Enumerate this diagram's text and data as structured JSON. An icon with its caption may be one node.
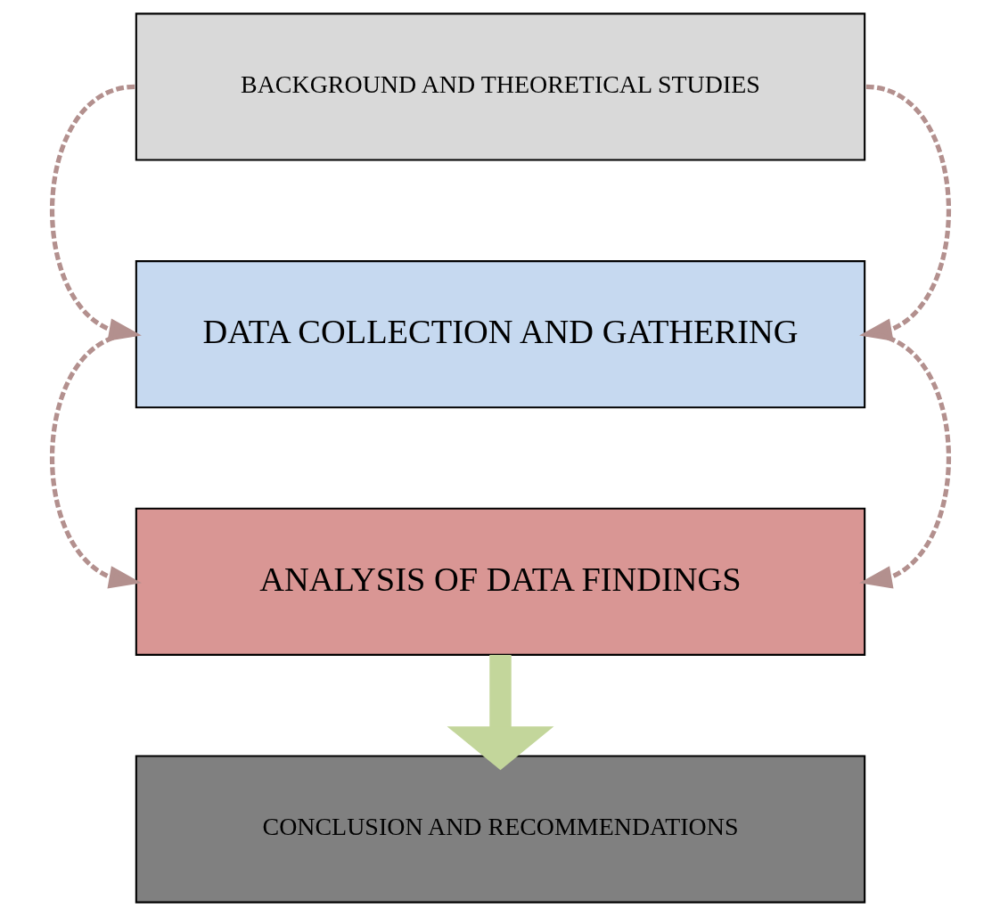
{
  "diagram": {
    "nodes": [
      {
        "text": [
          "BACKGROUND AND THEORETICAL STUDIES"
        ]
      },
      {
        "text": [
          "DATA COLLECTION AND GATHERING"
        ]
      },
      {
        "text": [
          "ANALYSIS OF DATA FINDINGS"
        ]
      },
      {
        "text": [
          "CONCLUSION AND RECOMMENDATIONS"
        ]
      }
    ],
    "edges": [
      {
        "from": 0,
        "to": 1,
        "arrow": "to",
        "style": "dashed"
      },
      {
        "from": 0,
        "to": 1,
        "arrow": "to",
        "style": "dashed"
      },
      {
        "from": 1,
        "to": 2,
        "arrow": "to",
        "style": "dashed"
      },
      {
        "from": 1,
        "to": 2,
        "arrow": "to",
        "style": "dashed"
      },
      {
        "from": 2,
        "to": 3,
        "arrow": "to",
        "style": "thick",
        "color": "#c3d69b"
      }
    ]
  }
}
